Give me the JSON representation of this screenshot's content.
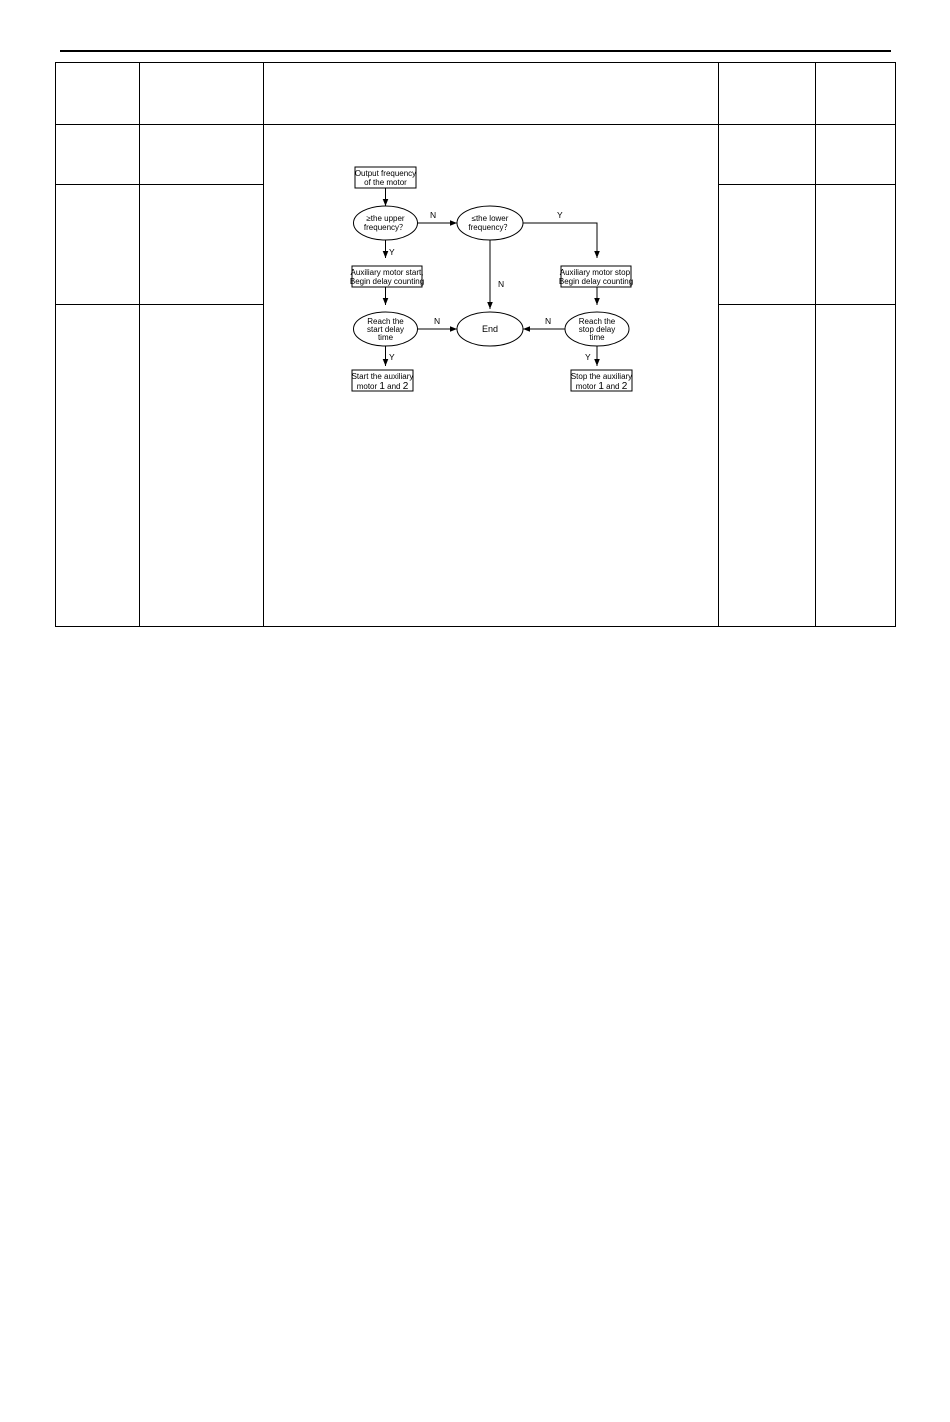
{
  "flowchart": {
    "nodes": {
      "output_frequency": [
        "Output frequency",
        "of the motor"
      ],
      "upper_check": [
        "≥the upper",
        "frequency？"
      ],
      "lower_check": [
        "≤the lower",
        "frequency？"
      ],
      "aux_start": [
        "Auxiliary motor start,",
        "Begin delay counting"
      ],
      "aux_stop": [
        "Auxiliary motor stop,",
        "Begin delay counting"
      ],
      "start_delay": [
        "Reach the",
        "start delay",
        "time"
      ],
      "stop_delay": [
        "Reach the",
        "stop delay",
        "time"
      ],
      "end": "End",
      "start_aux_motor": {
        "line1": "Start the auxiliary",
        "line2_prefix": "motor ",
        "num1": "1",
        "mid": " and ",
        "num2": "2"
      },
      "stop_aux_motor": {
        "line1": "Stop the auxiliary",
        "line2_prefix": "motor ",
        "num1": "1",
        "mid": " and ",
        "num2": "2"
      }
    },
    "labels": {
      "yes": "Y",
      "no": "N"
    }
  }
}
